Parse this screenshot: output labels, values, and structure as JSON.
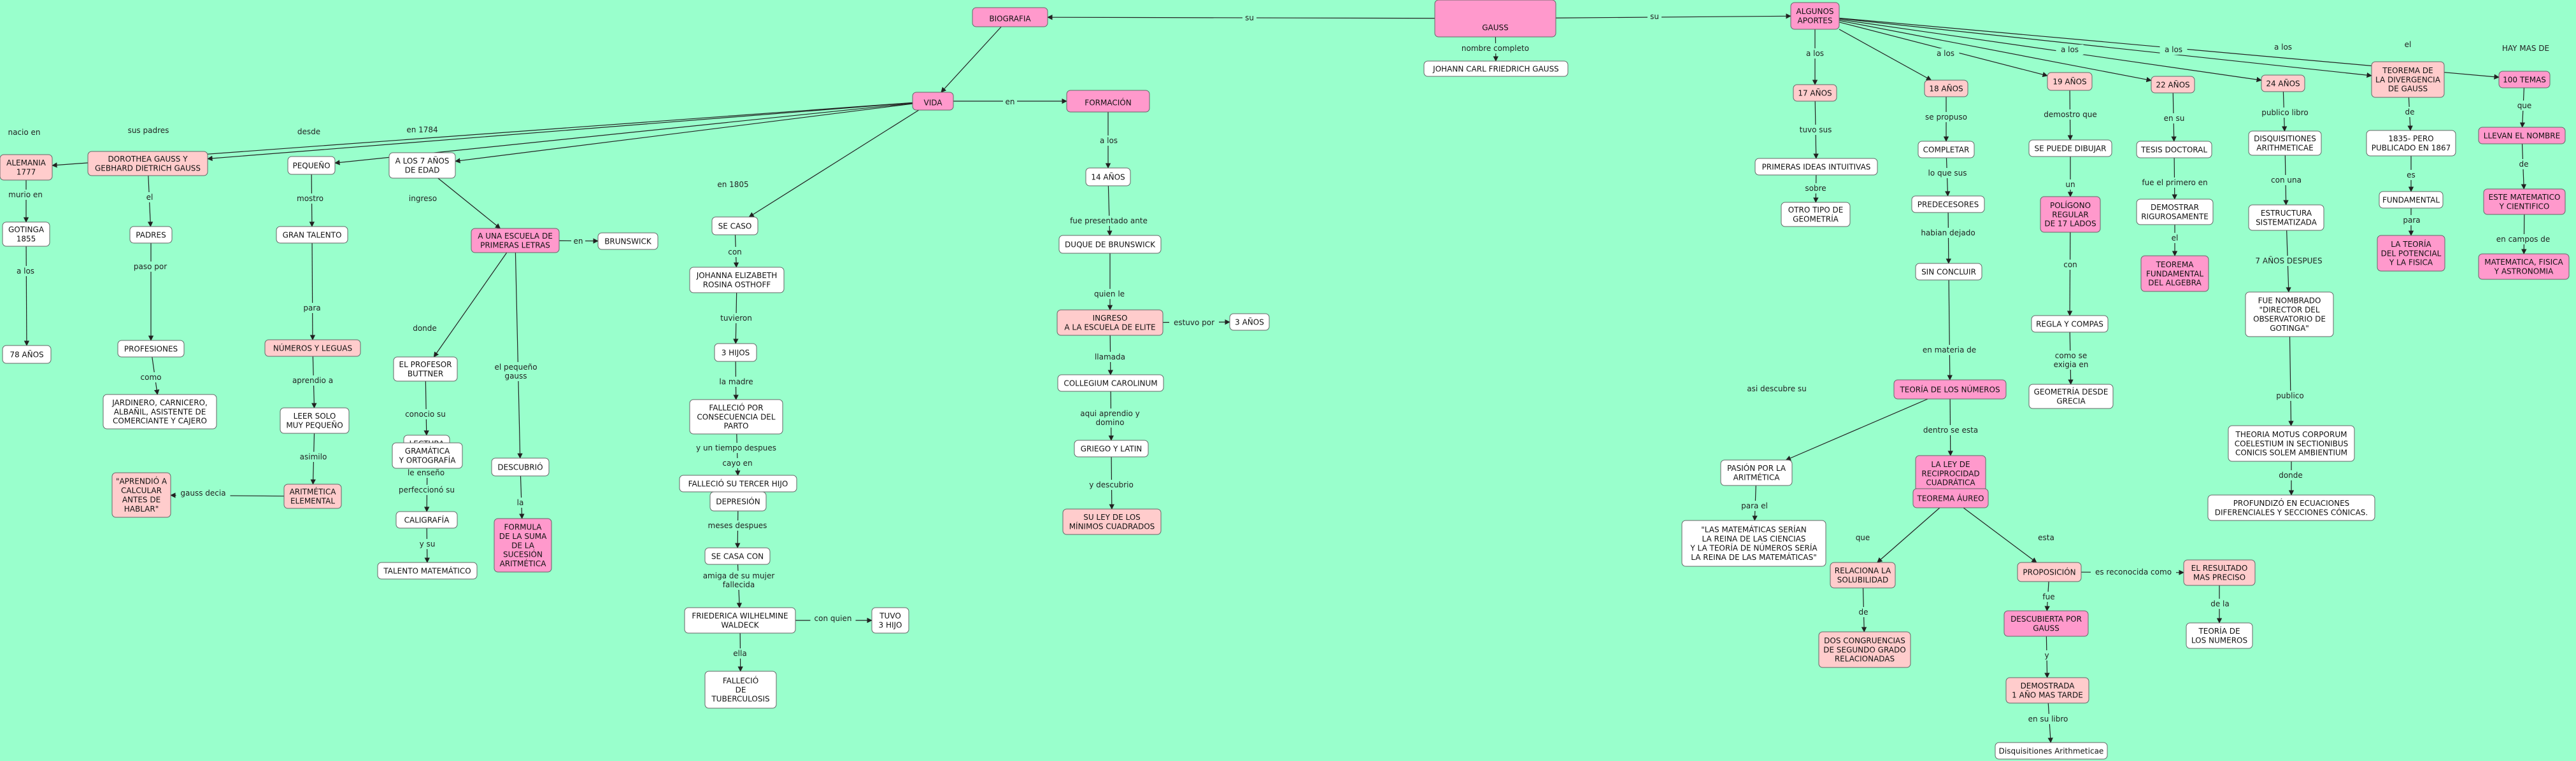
{
  "colors": {
    "background": "#99ffcc",
    "white_node": "#ffffff",
    "pink_node": "#ffcccc",
    "magenta_node": "#ff99cc",
    "edge": "#222222",
    "node_border": "#666666"
  },
  "nodes": {
    "gauss": "GAUSS",
    "nombre": "JOHANN CARL FRIEDRICH GAUSS",
    "biografia": "BIOGRAFIA",
    "vida": "VIDA",
    "formacion": "FORMACIÓN",
    "aportes": "ALGUNOS\nAPORTES",
    "alemania": "ALEMANIA\n1777",
    "gotinga": "GOTINGA\n1855",
    "a78": "78 AÑOS",
    "padres_nombres": "DOROTHEA GAUSS Y\nGEBHARD DIETRICH GAUSS",
    "padres": "PADRES",
    "profesiones": "PROFESIONES",
    "oficios": "JARDINERO, CARNICERO,\nALBAÑIL, ASISTENTE DE\nCOMERCIANTE Y CAJERO",
    "pequeno": "PEQUEÑO",
    "gran_talento": "GRAN TALENTO",
    "numeros_letras": "NÚMEROS Y LEGUAS",
    "leer_solo": "LEER SOLO\nMUY PEQUEÑO",
    "aritmetica": "ARITMÉTICA\nELEMENTAL",
    "aprendio": "\"APRENDIÓ A\nCALCULAR\nANTES DE\nHABLAR\"",
    "siete_anos": "A LOS 7 AÑOS\nDE EDAD",
    "escuela": "A UNA ESCUELA DE\nPRIMERAS LETRAS",
    "brunswick": "BRUNSWICK",
    "buttner": "EL PROFESOR\nBUTTNER",
    "lectura": "LECTURA",
    "gramatica": "GRAMÁTICA\nY ORTOGRAFÍA",
    "caligrafia": "CALIGRAFÍA",
    "talento_mat": "TALENTO MATEMÁTICO",
    "descubrio": "DESCUBRIÓ",
    "formula": "FORMULA\nDE LA SUMA\nDE LA\nSUCESIÓN\nARITMÉTICA",
    "se_caso": "SE CASO",
    "johanna": "JOHANNA ELIZABETH\nROSINA OSTHOFF",
    "tres_hijos": "3 HIJOS",
    "fallecio_parto": "FALLECIÓ POR\nCONSECUENCIA DEL\nPARTO",
    "fallecio_hijo": "FALLECIÓ SU TERCER HIJO",
    "depresion": "DEPRESIÓN",
    "se_casa_con": "SE CASA CON",
    "friederica": "FRIEDERICA WILHELMINE\nWALDECK",
    "tuvo_hijo": "TUVO\n3 HIJO",
    "tuberculosis": "FALLECIÓ\nDE\nTUBERCULOSIS",
    "catorce": "14 AÑOS",
    "duque": "DUQUE DE BRUNSWICK",
    "ingreso_elite": "INGRESO\nA LA ESCUELA DE ELITE",
    "tres_anos": "3 AÑOS",
    "carolinum": "COLLEGIUM CAROLINUM",
    "griego": "GRIEGO Y LATIN",
    "ley_cuadrados": "SU LEY DE LOS\nMÍNIMOS CUADRADOS",
    "a17": "17 AÑOS",
    "primeras_ideas": "PRIMERAS IDEAS INTUITIVAS",
    "otro_tipo": "OTRO TIPO DE\nGEOMETRÍA",
    "a18": "18 AÑOS",
    "completar": "COMPLETAR",
    "predecesores": "PREDECESORES",
    "sin_concluir": "SIN CONCLUIR",
    "teoria_numeros": "TEORÍA DE LOS NÚMEROS",
    "pasion": "PASIÓN POR LA\nARITMÉTICA",
    "cita": "\"LAS MATEMÁTICAS SERÍAN\nLA REINA DE LAS CIENCIAS\nY LA TEORÍA DE NÚMEROS SERÍA\nLA REINA DE LAS MATEMÁTICAS\"",
    "reciprocidad": "LA LEY DE\nRECIPROCIDAD\nCUADRÁTICA",
    "teorema_aureo": "TEOREMA ÁUREO",
    "relaciona": "RELACIONA LA\nSOLUBILIDAD",
    "congruencias": "DOS CONGRUENCIAS\nDE SEGUNDO GRADO\nRELACIONADAS",
    "proposicion": "PROPOSICIÓN",
    "descubierta": "DESCUBIERTA POR\nGAUSS",
    "demostrada": "DEMOSTRADA\n1 AÑO MAS TARDE",
    "disquisitiones_libro": "Disquisitiones Arithmeticae",
    "resultado": "EL RESULTADO\nMAS PRECISO",
    "teoria_numeros2": "TEORÍA DE\nLOS NUMEROS",
    "a19": "19 AÑOS",
    "puede_dibujar": "SE PUEDE DIBUJAR",
    "poligono": "POLÍGONO\nREGULAR\nDE 17 LADOS",
    "regla": "REGLA Y COMPAS",
    "geometria_grecia": "GEOMETRÍA DESDE\nGRECIA",
    "a22": "22 AÑOS",
    "tesis": "TESIS DOCTORAL",
    "demostrar": "DEMOSTRAR\nRIGUROSAMENTE",
    "teorema_fund": "TEOREMA\nFUNDAMENTAL\nDEL ALGEBRA",
    "a24": "24 AÑOS",
    "disquisitiones": "DISQUISITIONES\nARITHMETICAE",
    "estructura": "ESTRUCTURA\nSISTEMATIZADA",
    "director": "FUE NOMBRADO\n\"DIRECTOR DEL\nOBSERVATORIO DE\nGOTINGA\"",
    "theoria": "THEORIA MOTUS CORPORUM\nCOELESTIUM IN SECTIONIBUS\nCONICIS SOLEM AMBIENTIUM",
    "profundizo": "PROFUNDIZÓ EN ECUACIONES\nDIFERENCIALES Y SECCIONES CÓNICAS.",
    "teorema_div": "TEOREMA DE\nLA DIVERGENCIA\nDE GAUSS",
    "publicado": "1835- PERO\nPUBLICADO EN 1867",
    "fundamental": "FUNDAMENTAL",
    "teoria_potencial": "LA TEORÍA\nDEL POTENCIAL\nY LA FISICA",
    "cien_temas": "100 TEMAS",
    "llevan": "LLEVAN EL NOMBRE",
    "matematico": "ESTE MATEMATICO\nY CIENTIFICO",
    "campos": "MATEMATICA, FISICA\nY ASTRONOMIA"
  },
  "links": {
    "su": "su",
    "nombre_completo": "nombre completo",
    "en": "en",
    "nacio_en": "nacio en",
    "murio_en": "murio en",
    "a_los": "a los",
    "sus_padres": "sus padres",
    "el": "el",
    "paso_por": "paso por",
    "como": "como",
    "desde": "desde",
    "mostro": "mostro",
    "para": "para",
    "aprendio_a": "aprendio a",
    "asimilo": "asimilo",
    "gauss_decia": "gauss decia",
    "en_1784": "en 1784",
    "ingreso": "ingreso",
    "donde": "donde",
    "el_pequeno": "el pequeño\ngauss",
    "la": "la",
    "conocio_su": "conocio su",
    "le_enseno": "le enseño",
    "perfeccionó_su": "perfeccionó su",
    "y_su": "y su",
    "en_1805": "en 1805",
    "con": "con",
    "tuvieron": "tuvieron",
    "la_madre": "la madre",
    "tiempo_despues": "y un tiempo despues",
    "cayo_en": "cayo en",
    "meses_despues": "meses despues",
    "amiga": "amiga de su mujer\nfallecida",
    "con_quien": "con quien",
    "ella": "ella",
    "fue_presentado": "fue presentado ante",
    "quien_le": "quien le",
    "estuvo_por": "estuvo por",
    "llamada": "llamada",
    "aqui_aprendio": "aqui aprendio y\ndomino",
    "y_descubrio": "y descubrio",
    "tuvo_sus": "tuvo sus",
    "sobre": "sobre",
    "se_propuso": "se propuso",
    "lo_que_sus": "lo que sus",
    "habian_dejado": "habian dejado",
    "en_materia": "en materia de",
    "asi_descubre": "asi descubre su",
    "para_el": "para el",
    "dentro_se_esta": "dentro se esta",
    "que": "que",
    "de": "de",
    "esta": "esta",
    "fue": "fue",
    "y": "y",
    "en_su_libro": "en su libro",
    "reconocida": "es reconocida como",
    "de_la": "de la",
    "demostro_que": "demostro que",
    "un": "un",
    "como_se_exigia": "como se\nexigia en",
    "en_su": "en su",
    "fue_primero": "fue el primero en",
    "publico_libro": "publico libro",
    "con_una": "con una",
    "siete_despues": "7 AÑOS DESPUES",
    "publico": "publico",
    "hay_mas_de": "HAY MAS DE",
    "que_link": "que",
    "para_link": "para",
    "en_campos": "en campos de"
  }
}
